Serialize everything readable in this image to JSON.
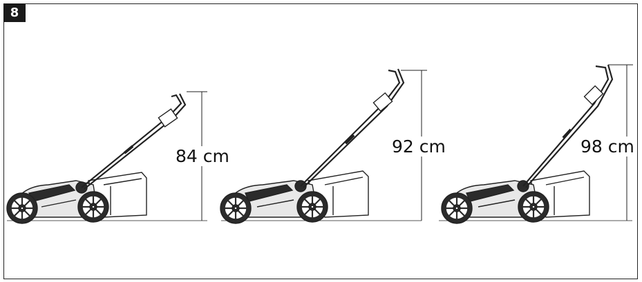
{
  "figure": {
    "number": "8"
  },
  "heights": [
    {
      "label": "84 cm"
    },
    {
      "label": "92 cm"
    },
    {
      "label": "98 cm"
    }
  ]
}
